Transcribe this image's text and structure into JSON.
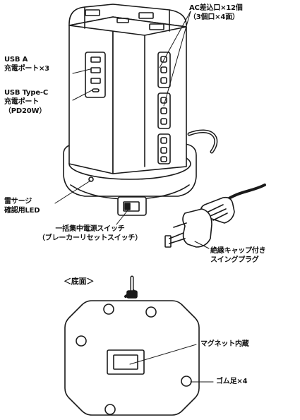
{
  "labels": {
    "ac_outlets": [
      "AC差込口×12個",
      "（3個口×4面）"
    ],
    "usb_a": [
      "USB A",
      "充電ポート×3"
    ],
    "usb_c": [
      "USB Type-C",
      "充電ポート",
      "（PD20W）"
    ],
    "surge": [
      "雷サージ",
      "確認用LED"
    ],
    "breaker": [
      "一括集中電源スイッチ",
      "（ブレーカーリセットスイッチ）"
    ],
    "plug": [
      "絶縁キャップ付き",
      "スイングプラグ"
    ],
    "bottom_title": "＜底面＞",
    "magnet": "マグネット内蔵",
    "feet": "ゴム足×4"
  }
}
